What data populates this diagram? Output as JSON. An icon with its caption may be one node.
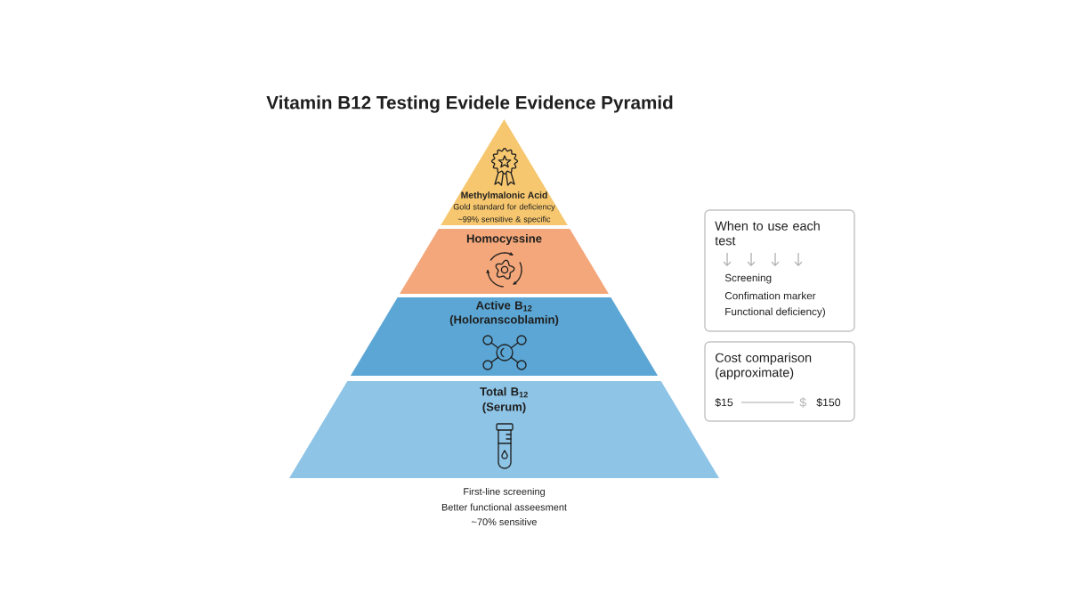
{
  "diagram": {
    "title": "Vitamin B12 Testing Evidele Evidence Pyramid",
    "nodes": [
      {
        "text": [
          "Methylmalonic Acid",
          "Gold standard for deficiency ~99% sensitive & specific"
        ]
      },
      {
        "text": [
          "Homocyssine"
        ]
      },
      {
        "text": [
          "Active B$_{12}$ (Holoranscoblamin)"
        ]
      },
      {
        "text": [
          "Total B$_{12}$ (Serum)"
        ]
      },
      {
        "text": [
          "When to use each test",
          "Screening",
          "Confimation marker",
          "Functional deficiency)"
        ]
      },
      {
        "text": [
          "Cost comparison (approximate)",
          "$15",
          "$",
          "$150"
        ]
      }
    ],
    "labels": [
      "First-line screening",
      "Better functional asseesment",
      "~70% sensitive"
    ]
  }
}
